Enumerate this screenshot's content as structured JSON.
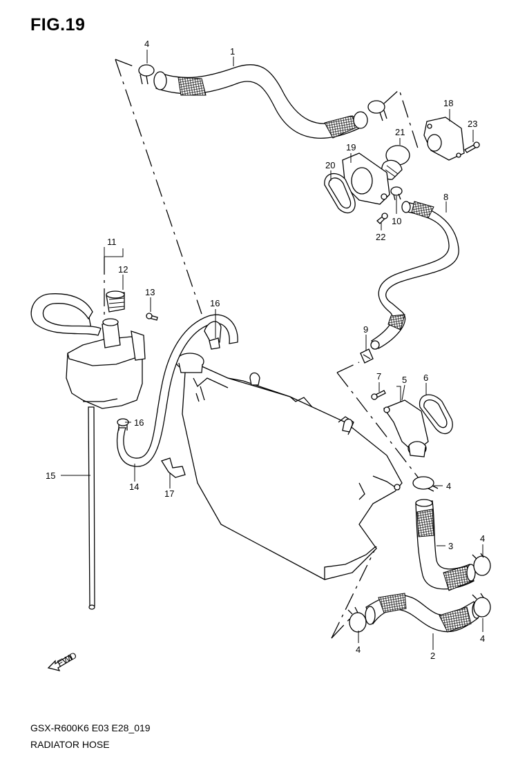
{
  "figure": {
    "title": "FIG.19",
    "code": "GSX-R600K6 E03 E28_019",
    "name": "RADIATOR HOSE",
    "fwd_label": "FWD"
  },
  "callouts": {
    "c1": "1",
    "c2": "2",
    "c3": "3",
    "c4a": "4",
    "c4b": "4",
    "c4c": "4",
    "c4d": "4",
    "c4e": "4",
    "c5": "5",
    "c6": "6",
    "c7": "7",
    "c8": "8",
    "c9": "9",
    "c10": "10",
    "c11": "11",
    "c12": "12",
    "c13": "13",
    "c14": "14",
    "c15": "15",
    "c16a": "16",
    "c16b": "16",
    "c17": "17",
    "c18": "18",
    "c19": "19",
    "c20": "20",
    "c21": "21",
    "c22": "22",
    "c23": "23"
  }
}
